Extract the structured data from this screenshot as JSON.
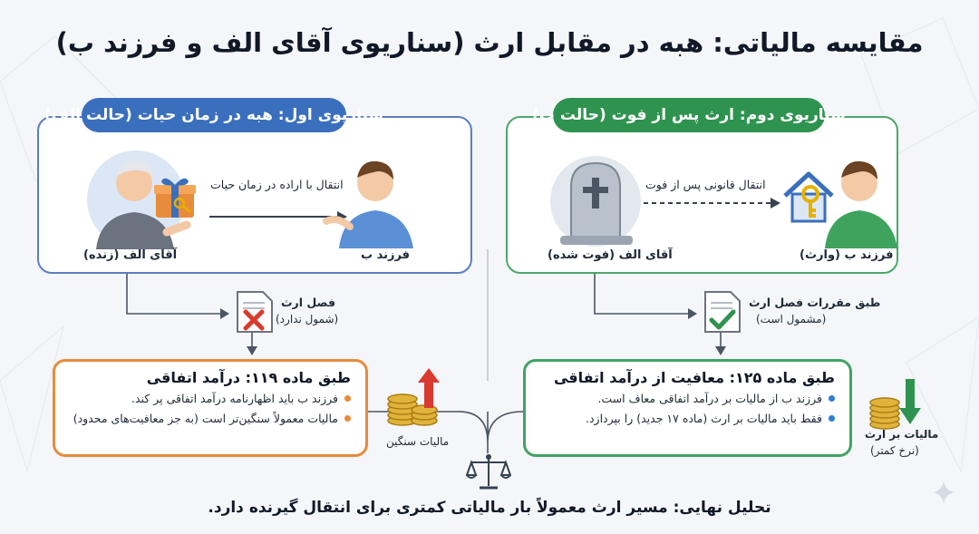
{
  "title": "مقایسه مالیاتی: هبه در مقابل ارث (سناریوی آقای الف و فرزند ب)",
  "scenario_1": {
    "header": "سناریوی اول: هبه در زمان حیات (حالت الف)",
    "arrow_label": "انتقال با اراده در زمان حیات",
    "giver_label": "آقای الف (زنده)",
    "receiver_label": "فرزند ب",
    "inheritance_chapter_label": "فصل ارث",
    "inheritance_chapter_note": "(شمول ندارد)",
    "result_title": "طبق ماده ۱۱۹: درآمد اتفاقی",
    "result_items": [
      "فرزند ب باید اظهارنامه درآمد اتفاقی پر کند.",
      "مالیات معمولاً سنگین‌تر است (به جز معافیت‌های محدود)"
    ],
    "tax_label": "مالیات سنگین"
  },
  "scenario_2": {
    "header": "سناریوی دوم: ارث پس از فوت (حالت ب)",
    "arrow_label": "انتقال قانونی پس از فوت",
    "giver_label": "آقای الف (فوت شده)",
    "receiver_label": "فرزند ب (وارث)",
    "inheritance_chapter_label": "طبق مقررات فصل ارث",
    "inheritance_chapter_note": "(مشمول است)",
    "result_title": "طبق ماده ۱۲۵: معافیت از درآمد اتفاقی",
    "result_items": [
      "فرزند ب از مالیات بر درآمد اتفاقی معاف است.",
      "فقط باید مالیات بر ارث (ماده ۱۷ جدید) را بپردازد."
    ],
    "tax_label": "مالیات بر ارث",
    "tax_note": "(نرخ کمتر)"
  },
  "conclusion": "تحلیل نهایی: مسیر ارث معمولاً بار مالیاتی کمتری برای انتقال گیرنده دارد.",
  "icons": {
    "gift": "gift-icon",
    "gravestone": "gravestone-icon",
    "house_key": "house-key-icon",
    "doc_cross": "document-cross-icon",
    "doc_check": "document-check-icon",
    "coins_up": "coins-up-arrow-icon",
    "coins_down": "coins-down-arrow-icon",
    "scale": "balance-scale-icon"
  },
  "colors": {
    "scenario_1": "#3a6fbd",
    "scenario_2": "#2f9350",
    "heavy_tax": "#e88b3a",
    "up_arrow": "#d93a2f",
    "down_arrow": "#2f9350"
  }
}
